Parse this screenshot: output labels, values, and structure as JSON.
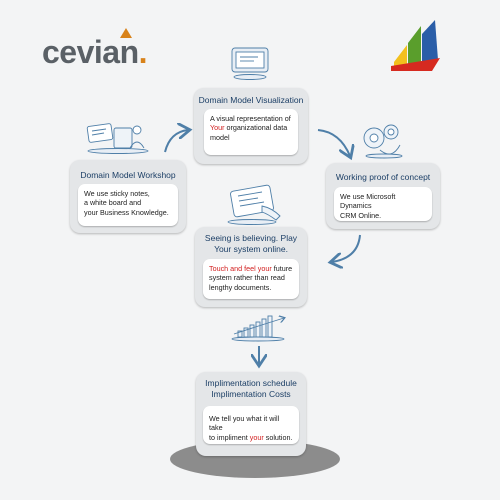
{
  "logo": {
    "text": "cevian",
    "dot": "."
  },
  "nodes": {
    "visualization": {
      "title": "Domain Model Visualization",
      "line1": "A visual representation of",
      "highlight": "Your",
      "line2": " organizational data",
      "line3": "model"
    },
    "workshop": {
      "title": "Domain Model Workshop",
      "line1": "We use sticky notes,",
      "line2": "a white board and",
      "line3": "your Business Knowledge."
    },
    "proof": {
      "title": "Working proof of concept",
      "line1": "We use Microsoft Dynamics",
      "line2": "CRM Online."
    },
    "believing": {
      "title1": "Seeing is believing. Play",
      "title2": "Your system online.",
      "highlight": "Touch and feel your",
      "line1": " future",
      "line2": "system rather than read",
      "line3": "lengthy documents."
    },
    "schedule": {
      "title1": "Implimentation schedule",
      "title2": "Implimentation Costs",
      "line1": "We tell you what it will take",
      "line2a": "to impliment ",
      "highlight": "your",
      "line2b": " solution."
    }
  },
  "colors": {
    "accent": "#d22020",
    "title": "#1c3f66",
    "arrow": "#4f7fa8",
    "logo": "#5a6066",
    "logo_dot": "#d8821a"
  },
  "icons": [
    "monitor-icon",
    "people-meeting-icon",
    "gears-icon",
    "tablet-touch-icon",
    "growth-chart-icon",
    "dynamics-logo-icon"
  ]
}
